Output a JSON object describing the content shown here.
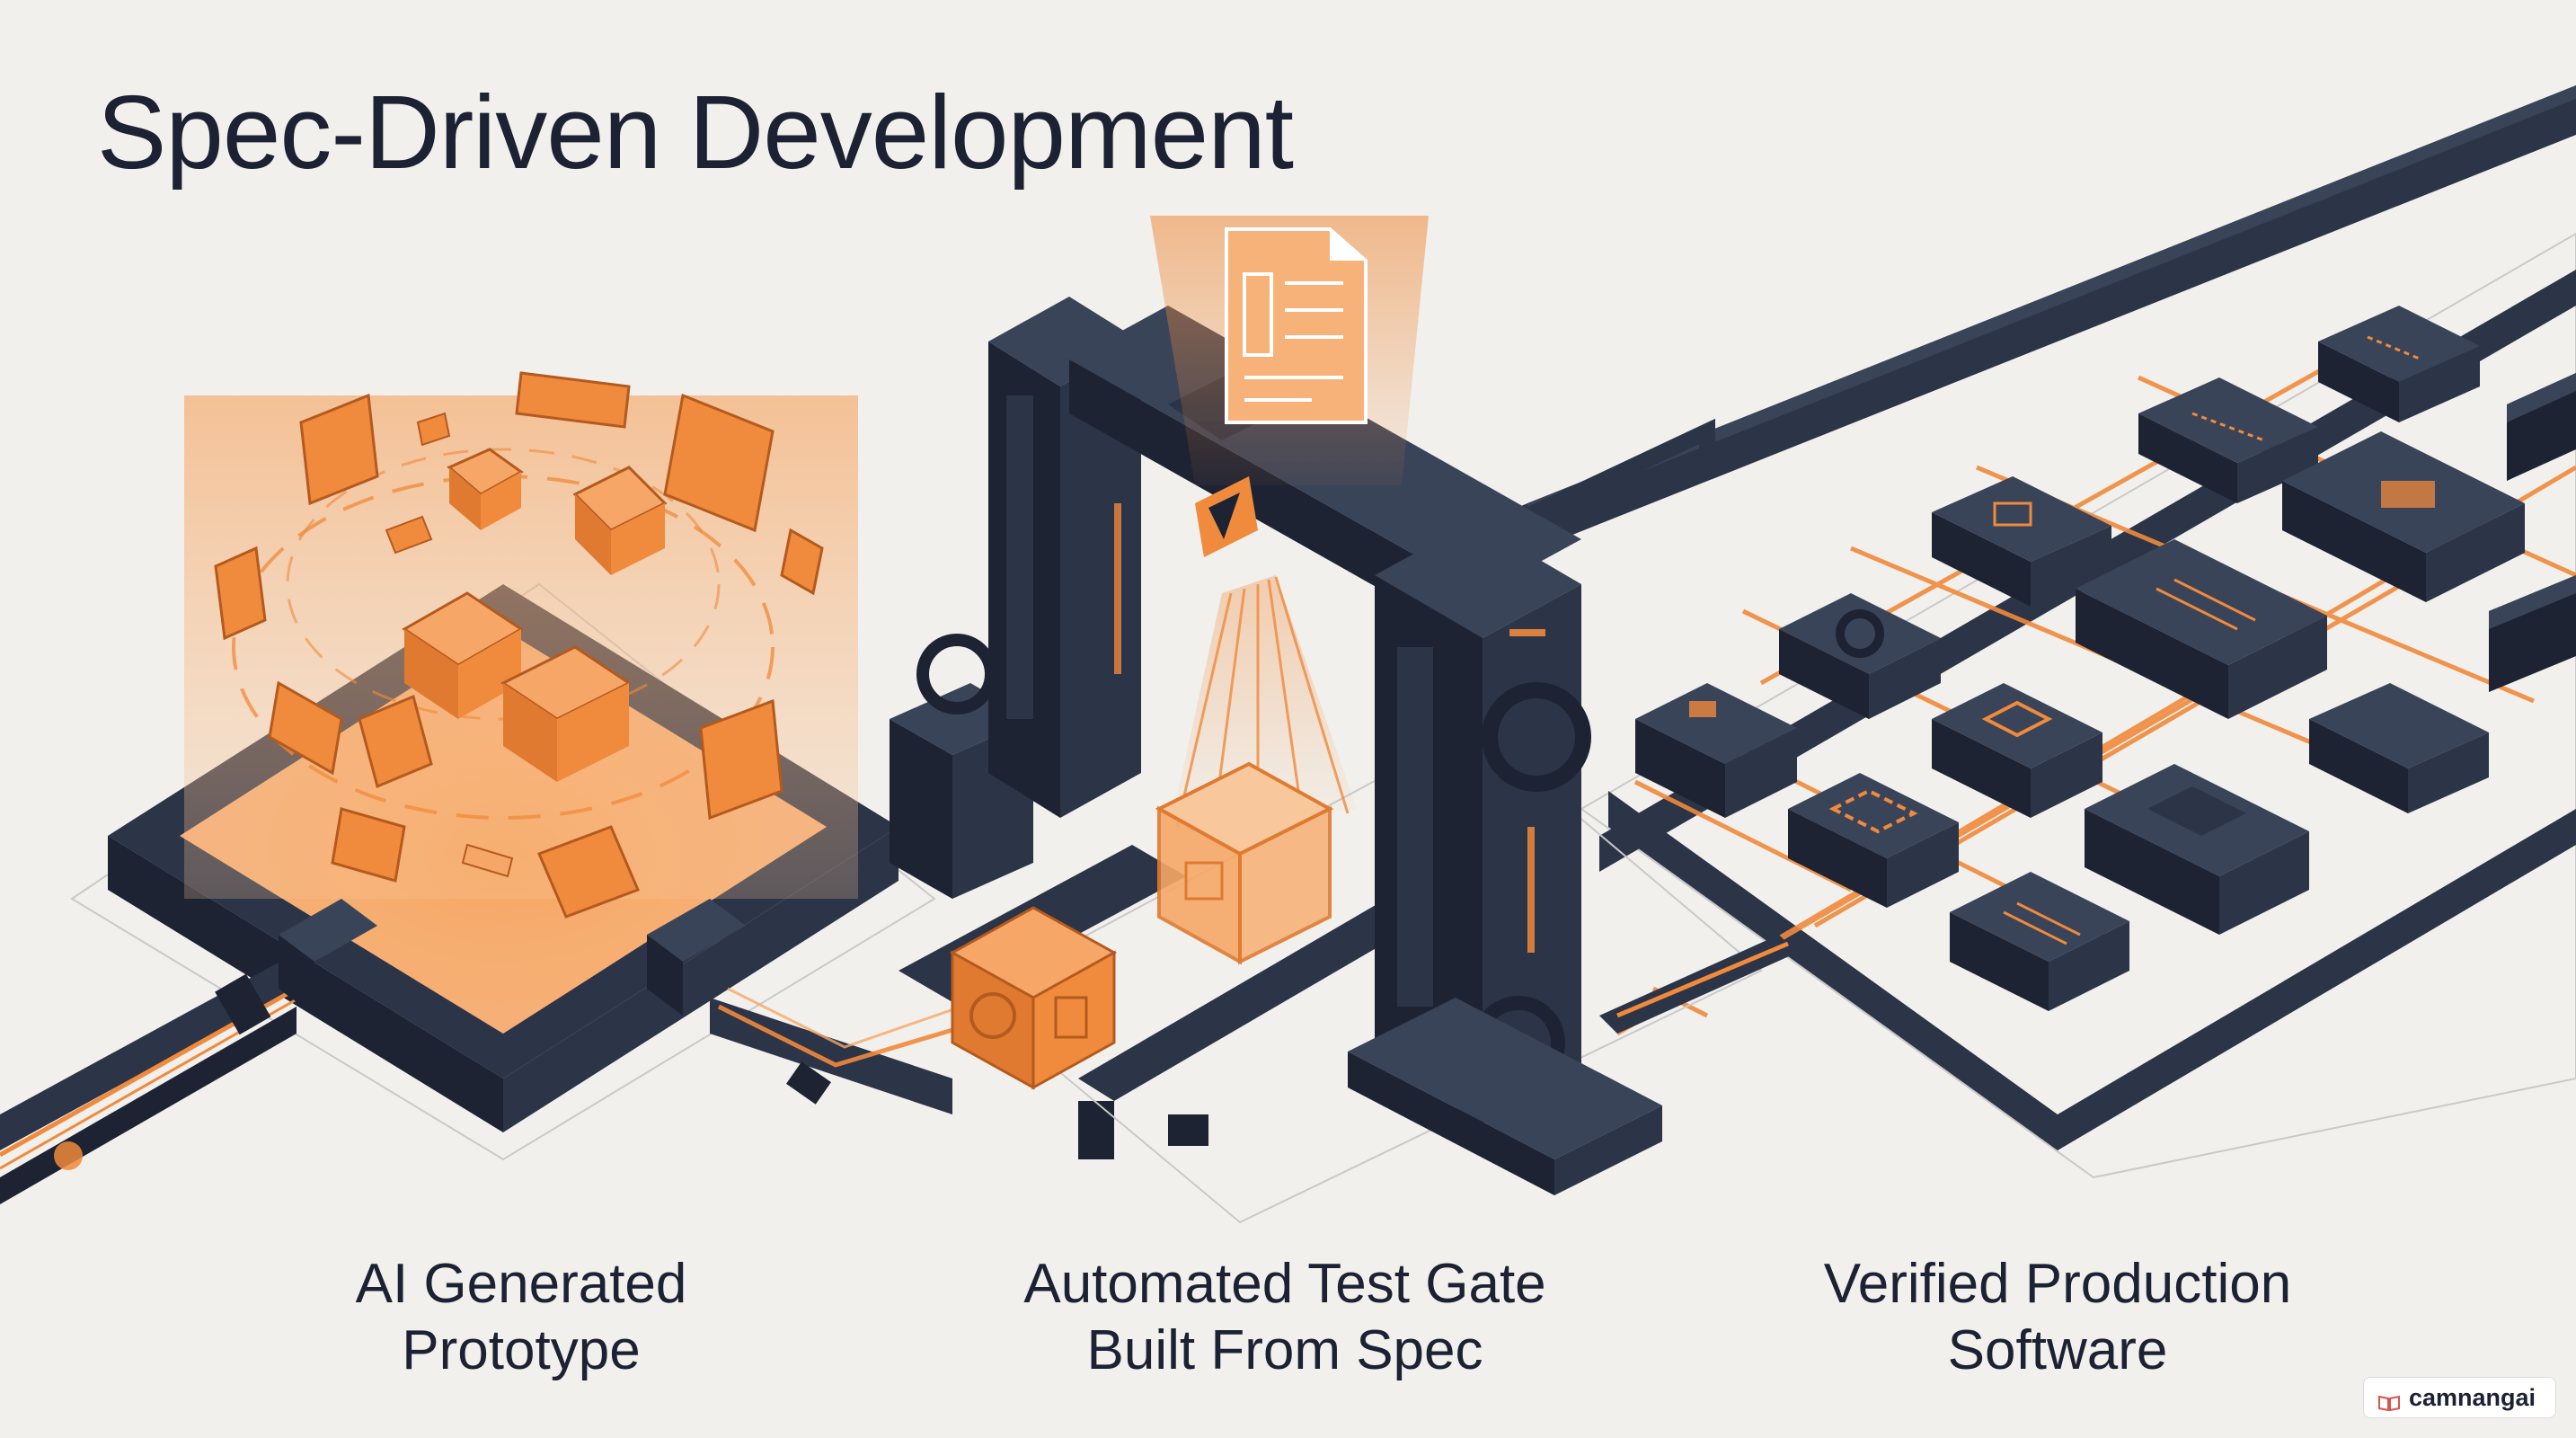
{
  "title": "Spec-Driven Development",
  "stages": [
    {
      "line1": "AI Generated",
      "line2": "Prototype"
    },
    {
      "line1": "Automated Test Gate",
      "line2": "Built From Spec"
    },
    {
      "line1": "Verified Production",
      "line2": "Software"
    }
  ],
  "watermark": "camnangai",
  "colors": {
    "background": "#f1f0ec",
    "navy": "#2c3447",
    "navy_dark": "#1d2333",
    "orange": "#f08a3c",
    "orange_glow": "#f6b27a"
  }
}
